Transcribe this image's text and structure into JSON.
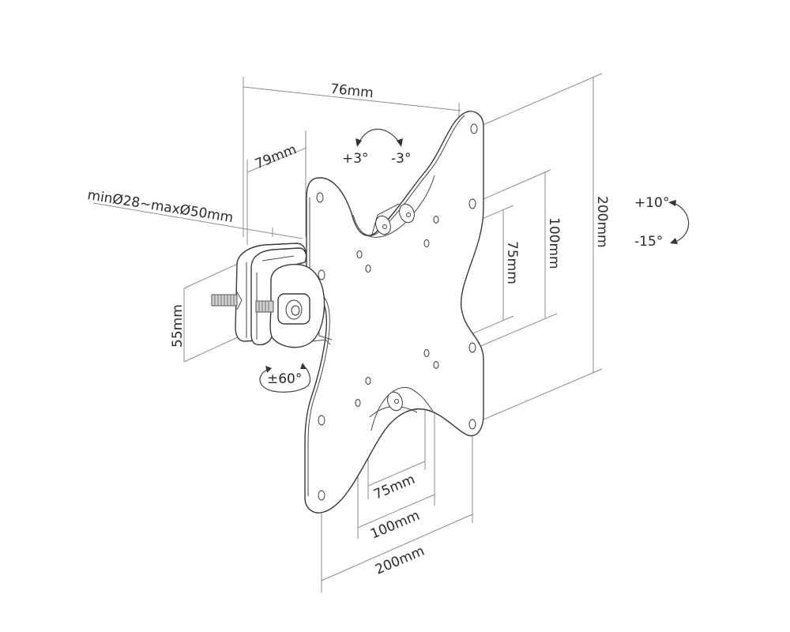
{
  "diagram": {
    "subject": "TV wall mount bracket with pole clamp",
    "dimensions": {
      "depth_top": "76mm",
      "clamp_depth": "79mm",
      "pole_diameter": "minØ28~maxØ50mm",
      "clamp_height": "55mm",
      "vesa_75_vertical": "75mm",
      "vesa_100_vertical": "100mm",
      "vesa_200_vertical": "200mm",
      "vesa_75_horizontal": "75mm",
      "vesa_100_horizontal": "100mm",
      "vesa_200_horizontal": "200mm"
    },
    "rotations": {
      "swivel_plus": "+3°",
      "swivel_minus": "-3°",
      "tilt_plus": "+10°",
      "tilt_minus": "-15°",
      "rotation": "±60°"
    },
    "colors": {
      "line": "#7a7a7a",
      "edge": "#3a3a3a",
      "text": "#2b2b2b",
      "background": "#ffffff"
    }
  }
}
